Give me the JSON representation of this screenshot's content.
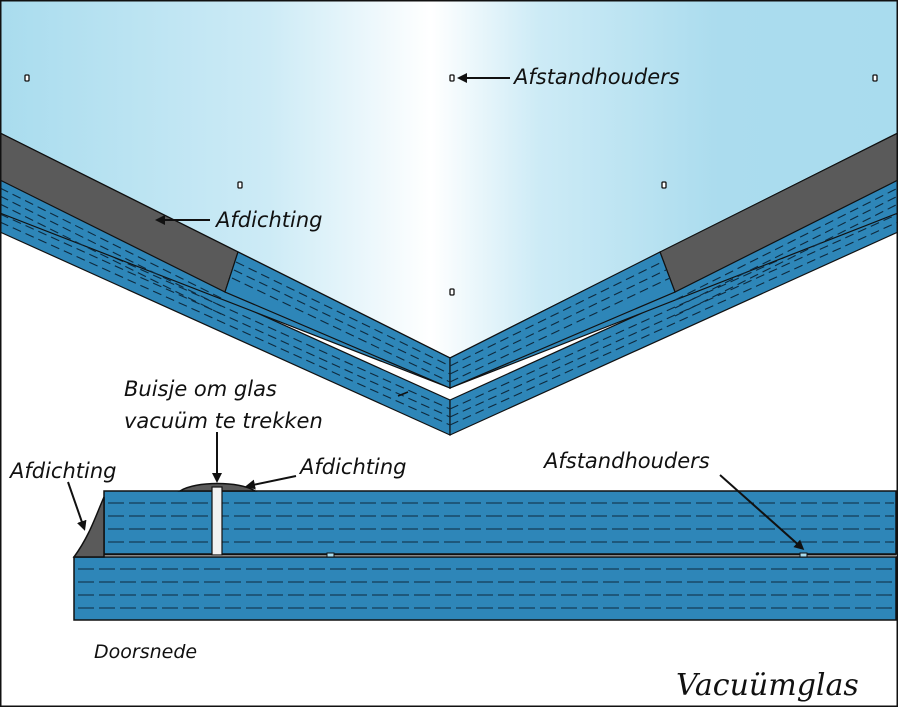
{
  "labels": {
    "top_spacers": "Afstandhouders",
    "top_seal": "Afdichting",
    "tube_line1": "Buisje om glas",
    "tube_line2": "vacuüm te trekken",
    "left_seal": "Afdichting",
    "top_glass_seal": "Afdichting",
    "section_spacers": "Afstandhouders",
    "section_caption": "Doorsnede",
    "title": "Vacuümglas"
  },
  "colors": {
    "glass_surface_light": "#ffffff",
    "glass_surface_blue": "#a9dcee",
    "glass_edge": "#2e86b8",
    "seal": "#5a5a5a",
    "outline": "#111111"
  }
}
